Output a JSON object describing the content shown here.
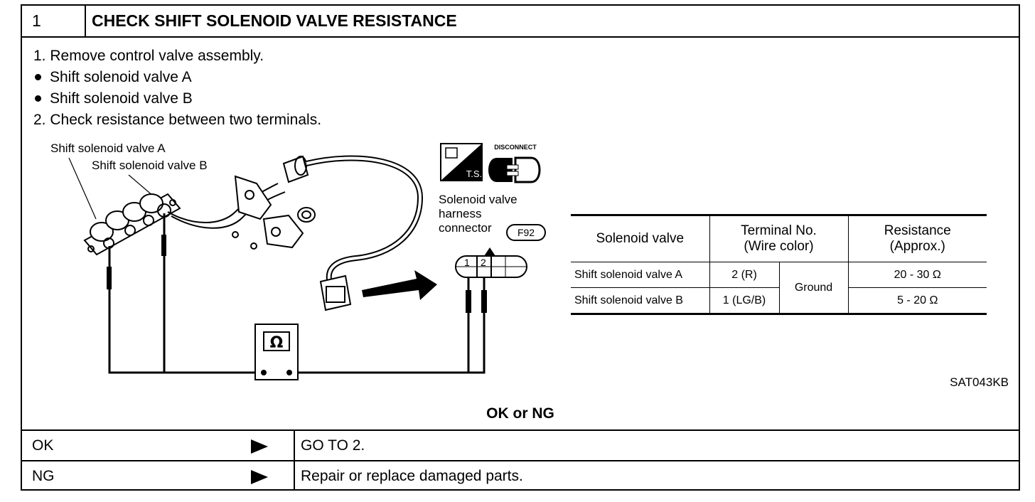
{
  "header": {
    "step_number": "1",
    "title": "CHECK SHIFT SOLENOID VALVE RESISTANCE"
  },
  "instructions": [
    {
      "marker": "1.",
      "text": "Remove control valve assembly."
    },
    {
      "marker": "bullet",
      "text": "Shift solenoid valve A"
    },
    {
      "marker": "bullet",
      "text": "Shift solenoid valve B"
    },
    {
      "marker": "2.",
      "text": "Check resistance between two terminals."
    }
  ],
  "diagram": {
    "label_valve_a": "Shift solenoid valve A",
    "label_valve_b": "Shift solenoid valve B",
    "disconnect_label": "DISCONNECT",
    "ts_label": "T.S.",
    "connector_label_1": "Solenoid valve",
    "connector_label_2": "harness",
    "connector_label_3": "connector",
    "connector_code": "F92",
    "terminal_1": "1",
    "terminal_2": "2",
    "meter_symbol": "Ω",
    "figure_code": "SAT043KB"
  },
  "table": {
    "headers": {
      "col1": "Solenoid valve",
      "col2_line1": "Terminal No.",
      "col2_line2": "(Wire color)",
      "col3_line1": "Resistance",
      "col3_line2": "(Approx.)"
    },
    "rows": [
      {
        "valve": "Shift solenoid valve A",
        "terminal": "2 (R)",
        "resistance": "20 - 30 Ω"
      },
      {
        "valve": "Shift solenoid valve B",
        "terminal": "1 (LG/B)",
        "resistance": "5 - 20 Ω"
      }
    ],
    "shared_terminal": "Ground"
  },
  "result": {
    "question": "OK or NG",
    "options": [
      {
        "label": "OK",
        "action": "GO TO 2."
      },
      {
        "label": "NG",
        "action": "Repair or replace damaged parts."
      }
    ]
  }
}
